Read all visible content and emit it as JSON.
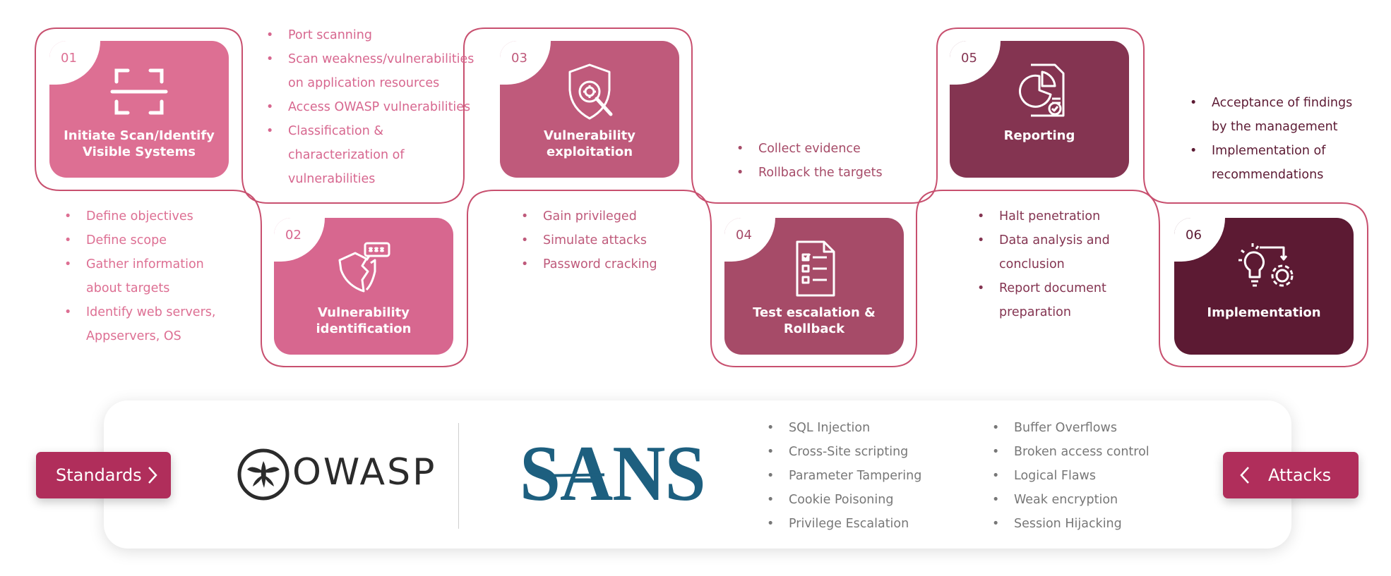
{
  "colors": {
    "card1": "#dd6f93",
    "card2": "#d7678f",
    "card3": "#bf5a7b",
    "card4": "#a64b68",
    "card5": "#843451",
    "card6": "#5c1a33",
    "tag": "#b02e5b",
    "bottom_text": "#777777"
  },
  "steps": [
    {
      "num": "01",
      "title": "Initiate Scan/Identify Visible Systems",
      "icon": "scan-frame-icon",
      "bullets": [
        "Define objectives",
        "Define scope",
        "Gather information about targets",
        "Identify web servers, Appservers, OS"
      ]
    },
    {
      "num": "02",
      "title": "Vulnerability identification",
      "icon": "broken-shield-icon",
      "bullets": [
        "Port scanning",
        "Scan weakness/vulnerabilities on application resources",
        "Access OWASP vulnerabilities",
        "Classification & characterization of vulnerabilities"
      ]
    },
    {
      "num": "03",
      "title": "Vulnerability exploitation",
      "icon": "shield-magnifier-icon",
      "bullets": [
        "Gain privileged",
        "Simulate attacks",
        "Password cracking"
      ]
    },
    {
      "num": "04",
      "title": "Test escalation & Rollback",
      "icon": "checklist-icon",
      "bullets": [
        "Collect evidence",
        "Rollback the targets"
      ]
    },
    {
      "num": "05",
      "title": "Reporting",
      "icon": "report-chart-icon",
      "bullets": [
        "Halt penetration",
        "Data analysis and conclusion",
        "Report document preparation"
      ]
    },
    {
      "num": "06",
      "title": "Implementation",
      "icon": "bulb-gear-icon",
      "bullets": [
        "Acceptance of findings by the management",
        "Implementation of recommendations"
      ]
    }
  ],
  "bottom": {
    "standards_label": "Standards",
    "attacks_label": "Attacks",
    "owasp_text": "OWASP",
    "sans_text": "SANS",
    "attacks_col1": [
      "SQL Injection",
      "Cross-Site scripting",
      "Parameter Tampering",
      "Cookie Poisoning",
      "Privilege Escalation"
    ],
    "attacks_col2": [
      "Buffer Overflows",
      "Broken access control",
      "Logical Flaws",
      "Weak encryption",
      "Session Hijacking"
    ]
  }
}
